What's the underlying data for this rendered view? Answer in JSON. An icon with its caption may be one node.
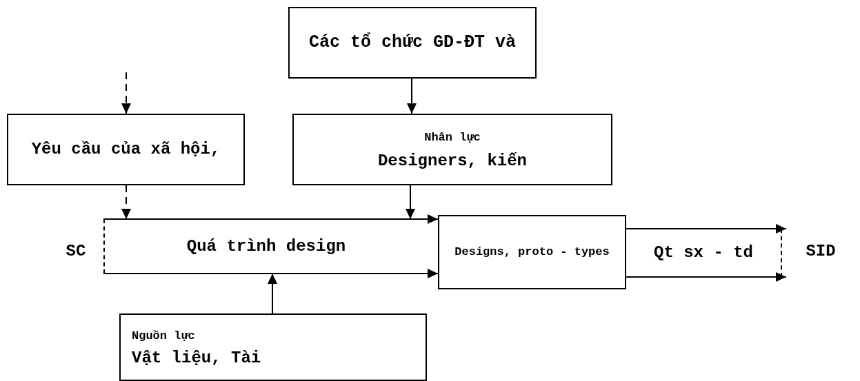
{
  "diagram": {
    "nodes": [
      {
        "text": [
          "Các tổ chức GD-ĐT và"
        ]
      },
      {
        "text": [
          "Yêu cầu của xã hội,"
        ]
      },
      {
        "text": [
          "Nhân lực",
          "Designers, kiến"
        ]
      },
      {
        "text": [
          "SC"
        ]
      },
      {
        "text": [
          "Quá trình design"
        ]
      },
      {
        "text": [
          "Designs, proto - types"
        ]
      },
      {
        "text": [
          "Qt sx - td"
        ]
      },
      {
        "text": [
          "SID"
        ]
      },
      {
        "text": [
          "Nguồn lực",
          "Vật liệu, Tài"
        ]
      }
    ],
    "edges": [
      {
        "from": null,
        "to": 1,
        "arrow": "to",
        "style": "dashed"
      },
      {
        "from": 0,
        "to": 2,
        "arrow": "to"
      },
      {
        "from": 1,
        "to": 4,
        "arrow": "to",
        "style": "dashed"
      },
      {
        "from": 2,
        "to": 4,
        "arrow": "to"
      },
      {
        "from": 4,
        "to": 5,
        "arrow": "to"
      },
      {
        "from": 4,
        "to": 5,
        "arrow": "to"
      },
      {
        "from": 5,
        "to": 6,
        "arrow": "to"
      },
      {
        "from": 5,
        "to": 6,
        "arrow": "to"
      },
      {
        "from": 8,
        "to": 4,
        "arrow": "to"
      }
    ]
  }
}
